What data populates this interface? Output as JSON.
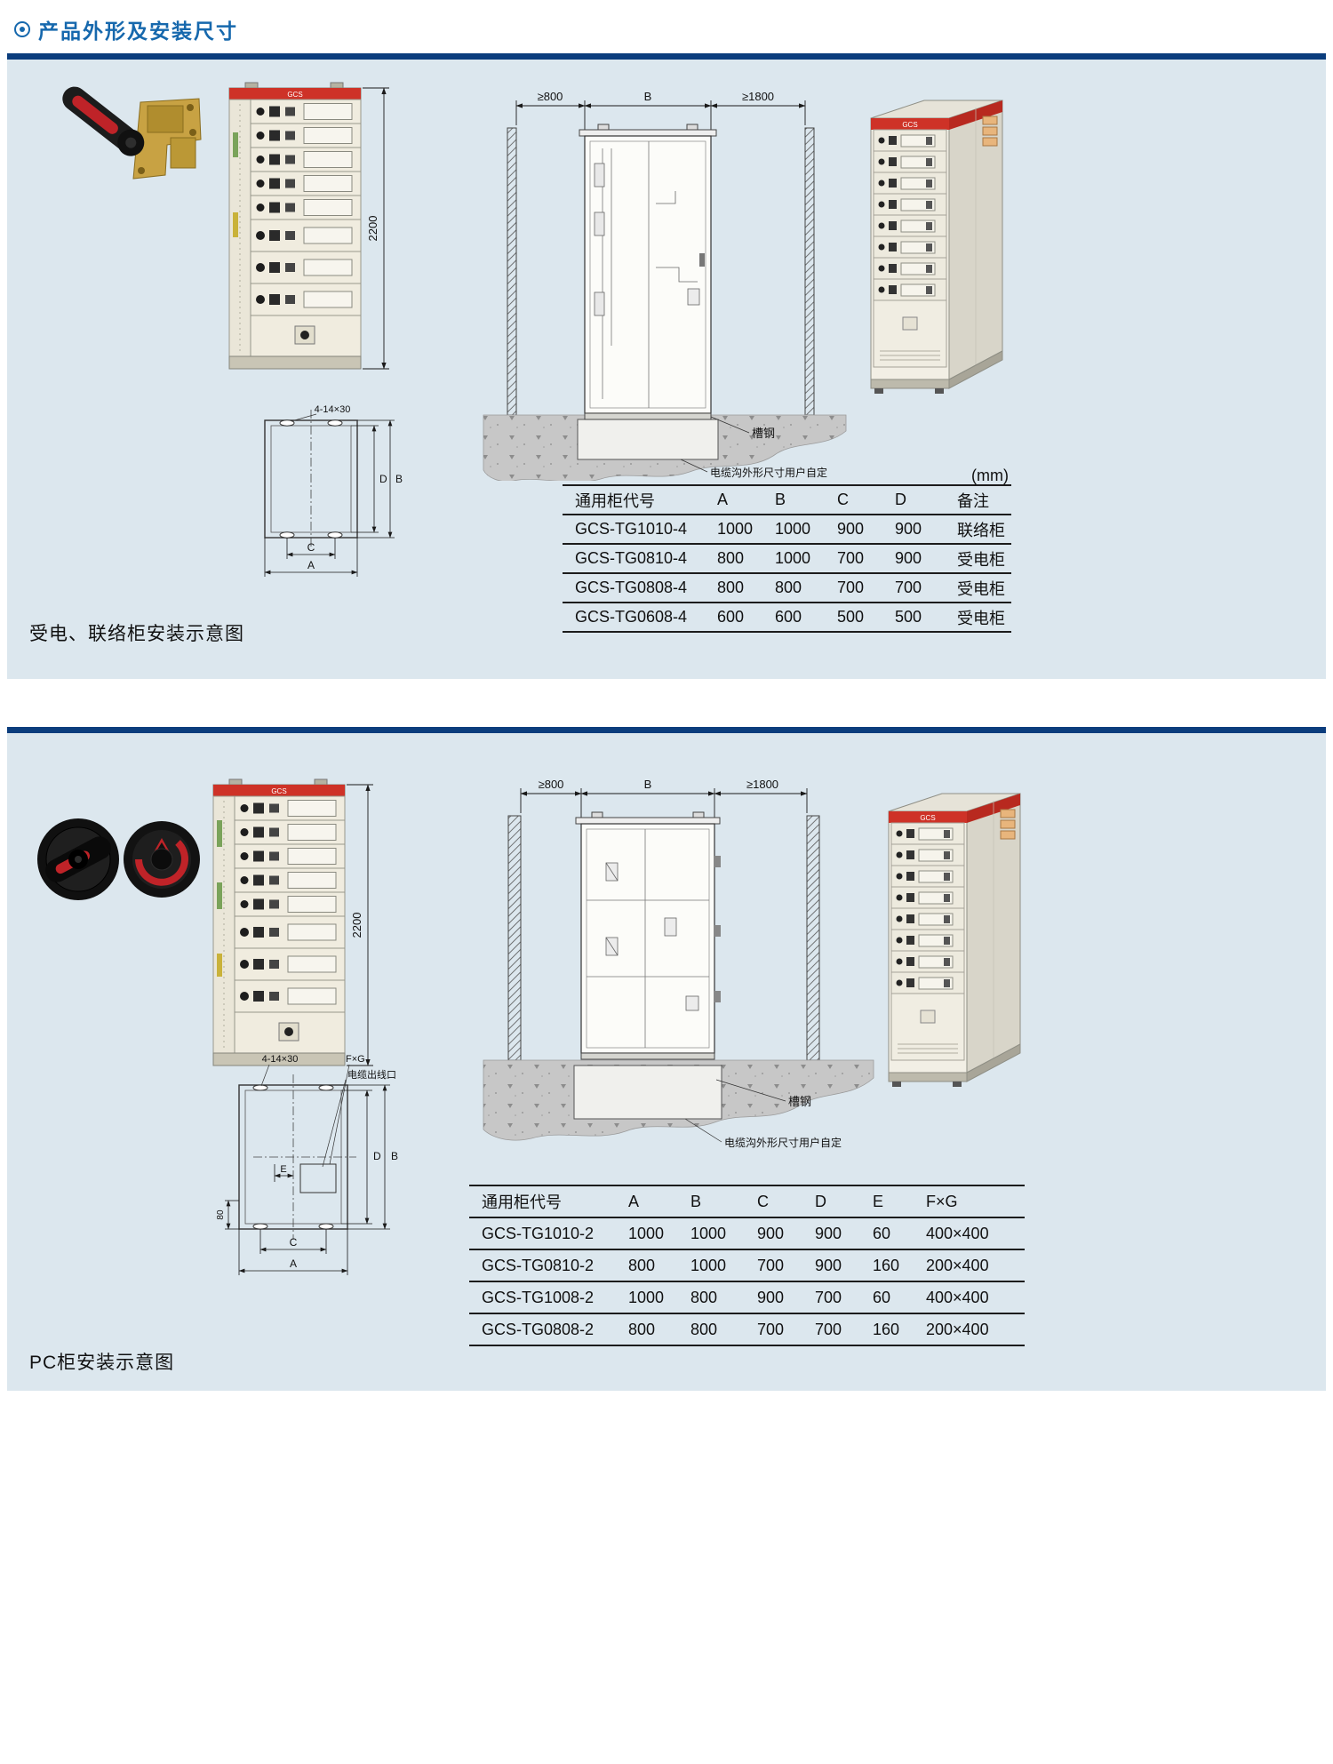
{
  "page": {
    "title": "产品外形及安装尺寸"
  },
  "colors": {
    "accent_blue": "#1668ad",
    "bar_navy": "#0b3d7d",
    "panel_bg": "#dce7ee",
    "cabinet_red": "#ce3227",
    "handle_red": "#bf2328"
  },
  "section1": {
    "caption": "受电、联络柜安装示意图",
    "unit": "(mm)",
    "front_view": {
      "brand": "GCS",
      "height_dim": "2200"
    },
    "plan_view": {
      "slot_label": "4-14×30",
      "dim_a": "A",
      "dim_b": "B",
      "dim_c": "C",
      "dim_d": "D"
    },
    "section_view": {
      "left_gap": "≥800",
      "width_label": "B",
      "right_gap": "≥1800",
      "channel_label": "槽钢",
      "trench_label": "电缆沟外形尺寸用户自定"
    },
    "cabinet3d": {
      "brand": "GCS"
    },
    "table": {
      "headers": [
        "通用柜代号",
        "A",
        "B",
        "C",
        "D",
        "备注"
      ],
      "rows": [
        [
          "GCS-TG1010-4",
          "1000",
          "1000",
          "900",
          "900",
          "联络柜"
        ],
        [
          "GCS-TG0810-4",
          "800",
          "1000",
          "700",
          "900",
          "受电柜"
        ],
        [
          "GCS-TG0808-4",
          "800",
          "800",
          "700",
          "700",
          "受电柜"
        ],
        [
          "GCS-TG0608-4",
          "600",
          "600",
          "500",
          "500",
          "受电柜"
        ]
      ]
    }
  },
  "section2": {
    "caption": "PC柜安装示意图",
    "front_view": {
      "brand": "GCS",
      "height_dim": "2200"
    },
    "plan_view": {
      "slot_label": "4-14×30",
      "fxg_label": "F×G",
      "outlet_label": "电缆出线口",
      "dim_a": "A",
      "dim_b": "B",
      "dim_c": "C",
      "dim_d": "D",
      "dim_e": "E",
      "dim_80": "80"
    },
    "section_view": {
      "left_gap": "≥800",
      "width_label": "B",
      "right_gap": "≥1800",
      "channel_label": "槽钢",
      "trench_label": "电缆沟外形尺寸用户自定"
    },
    "cabinet3d": {
      "brand": "GCS"
    },
    "table": {
      "headers": [
        "通用柜代号",
        "A",
        "B",
        "C",
        "D",
        "E",
        "F×G"
      ],
      "rows": [
        [
          "GCS-TG1010-2",
          "1000",
          "1000",
          "900",
          "900",
          "60",
          "400×400"
        ],
        [
          "GCS-TG0810-2",
          "800",
          "1000",
          "700",
          "900",
          "160",
          "200×400"
        ],
        [
          "GCS-TG1008-2",
          "1000",
          "800",
          "900",
          "700",
          "60",
          "400×400"
        ],
        [
          "GCS-TG0808-2",
          "800",
          "800",
          "700",
          "700",
          "160",
          "200×400"
        ]
      ]
    }
  }
}
